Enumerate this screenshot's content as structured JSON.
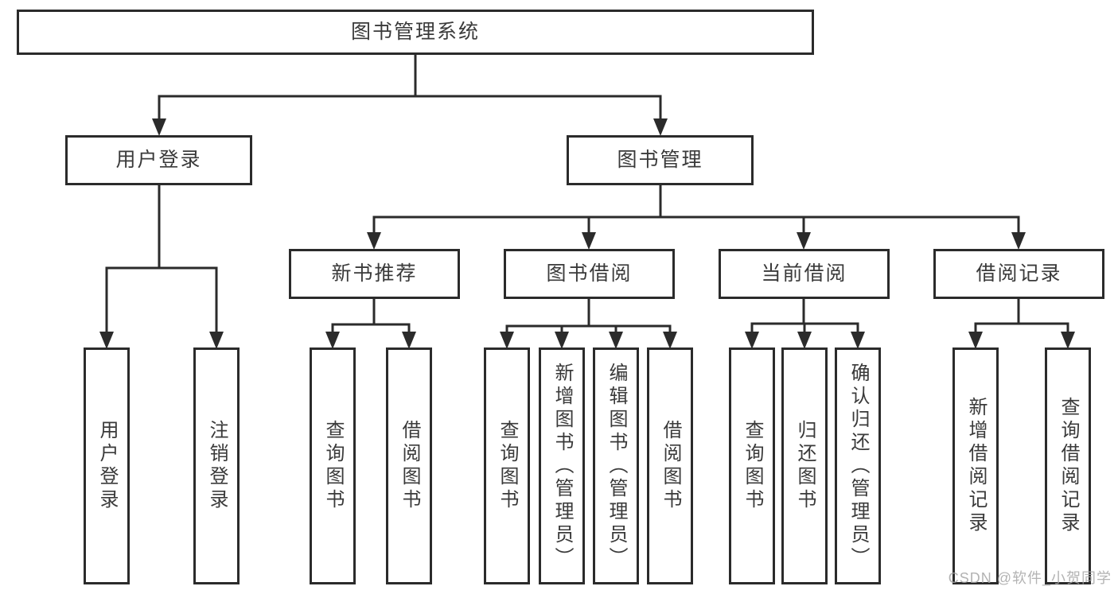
{
  "diagram_title": "图书管理系统",
  "nodes": {
    "root": {
      "label": "图书管理系统"
    },
    "level2": {
      "user_login": {
        "label": "用户登录"
      },
      "book_management": {
        "label": "图书管理"
      }
    },
    "level3": {
      "new_book_recommend": {
        "label": "新书推荐"
      },
      "book_borrowing": {
        "label": "图书借阅"
      },
      "current_borrowing": {
        "label": "当前借阅"
      },
      "borrowing_records": {
        "label": "借阅记录"
      }
    },
    "leaves": {
      "user_login": {
        "label": "用户登录"
      },
      "logout": {
        "label": "注销登录"
      },
      "nbr_query_books": {
        "label": "查询图书"
      },
      "nbr_borrow_books": {
        "label": "借阅图书"
      },
      "bb_query_books": {
        "label": "查询图书"
      },
      "bb_add_books": {
        "label": "新增图书（管理员）"
      },
      "bb_edit_books": {
        "label": "编辑图书（管理员）"
      },
      "bb_borrow_books": {
        "label": "借阅图书"
      },
      "cb_query_books": {
        "label": "查询图书"
      },
      "cb_return_books": {
        "label": "归还图书"
      },
      "cb_confirm_return": {
        "label": "确认归还（管理员）"
      },
      "br_add_record": {
        "label": "新增借阅记录"
      },
      "br_query_record": {
        "label": "查询借阅记录"
      }
    }
  },
  "watermark": "CSDN @软件_小贺同学",
  "colors": {
    "line": "#2b2b2b",
    "text": "#3a3a3a",
    "background": "#ffffff",
    "watermark": "#a6a6a6"
  }
}
